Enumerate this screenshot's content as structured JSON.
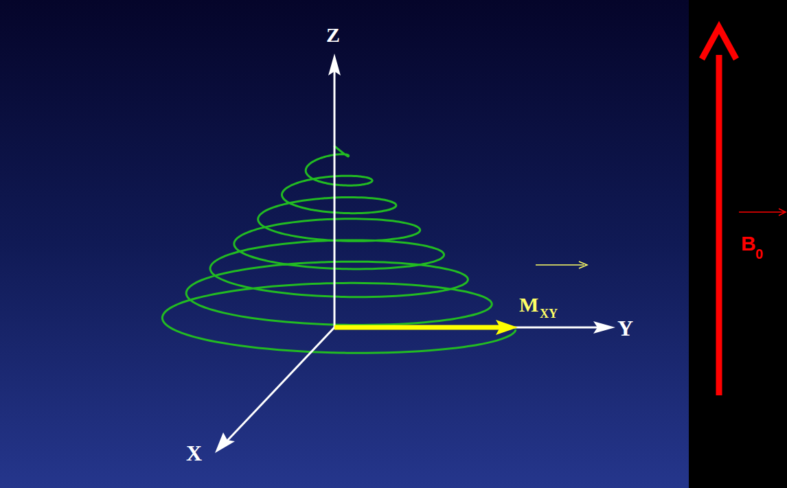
{
  "diagram": {
    "labels": [
      "Z",
      "Y",
      "X",
      "M",
      "XY",
      "B",
      "0"
    ]
  }
}
